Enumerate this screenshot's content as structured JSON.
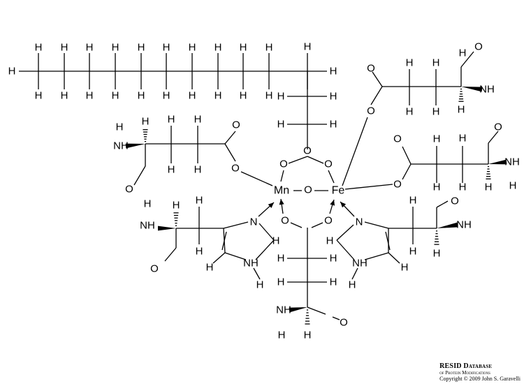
{
  "symbols": {
    "hydrogen": "H",
    "oxygen": "O",
    "nitrogen": "N",
    "amine": "NH",
    "manganese": "Mn",
    "iron": "Fe"
  },
  "credit": {
    "line1": "RESID Database",
    "line2": "of Protein Modifications",
    "line3": "Copyright © 2009 John S. Garavelli"
  }
}
